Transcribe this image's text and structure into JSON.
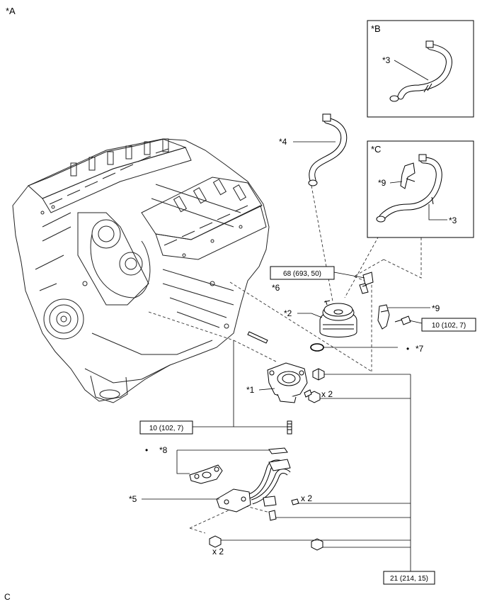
{
  "view_labels": {
    "a": "*A",
    "b": "*B",
    "c": "*C"
  },
  "callouts": {
    "c1": "*1",
    "c2": "*2",
    "c3_b": "*3",
    "c3_c": "*3",
    "c4": "*4",
    "c5": "*5",
    "c6": "*6",
    "c7": "*7",
    "c8": "*8",
    "c9_c": "*9",
    "c9_main": "*9"
  },
  "torques": {
    "t_68": "68 (693, 50)",
    "t_10_right": "10 (102, 7)",
    "t_10_left": "10 (102, 7)",
    "t_21": "21 (214, 15)"
  },
  "quantities": {
    "q1": "x 2",
    "q2": "x 2",
    "q3": "x 2"
  },
  "marks": {
    "bullet": "•"
  },
  "corner_code": "C"
}
